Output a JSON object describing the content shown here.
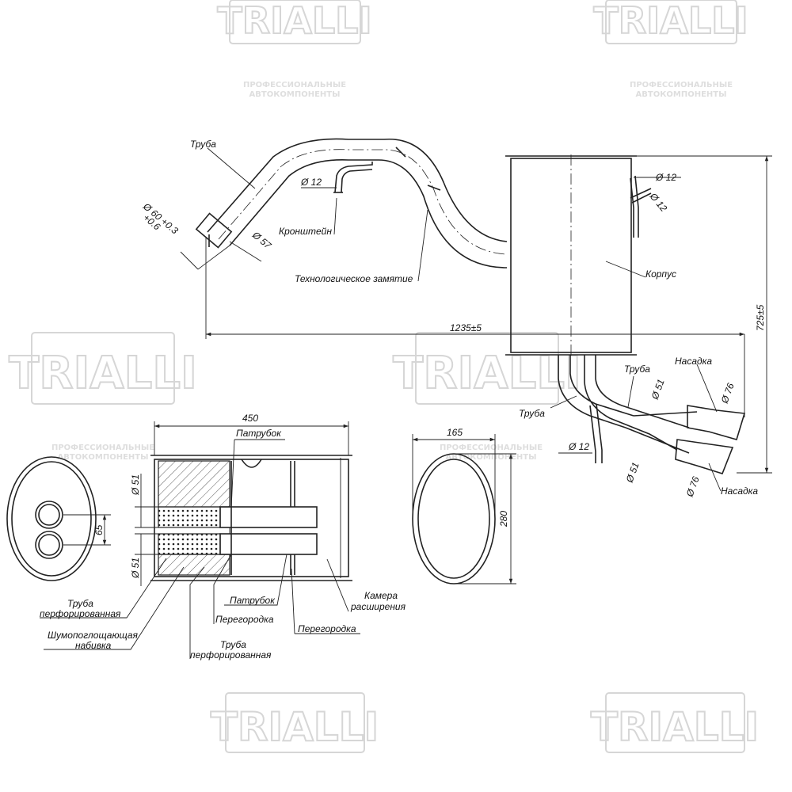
{
  "watermark": {
    "brand": "TRIALLI",
    "tagline_1": "ПРОФЕССИОНАЛЬНЫЕ",
    "tagline_2": "АВТОКОМПОНЕНТЫ"
  },
  "labels": {
    "pipe_inlet": "Труба",
    "bracket": "Кронштейн",
    "tech_clamp": "Технологическое замятие",
    "body": "Корпус",
    "pipe_right": "Труба",
    "pipe_outlet": "Труба",
    "tip_top": "Насадка",
    "tip_bottom": "Насадка",
    "nozzle_top": "Патрубок",
    "perf_pipe_1_line1": "Труба",
    "perf_pipe_1_line2": "перфорированная",
    "absorb_line1": "Шумопоглощающая",
    "absorb_line2": "набивка",
    "perf_pipe_2_line1": "Труба",
    "perf_pipe_2_line2": "перфорированная",
    "nozzle_bottom": "Патрубок",
    "baffle_1": "Перегородка",
    "baffle_2": "Перегородка",
    "chamber_line1": "Камера",
    "chamber_line2": "расширения"
  },
  "dimensions": {
    "inlet_outer": "Ø 60 +0.3",
    "inlet_outer_tol": "+0.6",
    "inlet_inner": "Ø 57",
    "bracket_dia": "Ø 12",
    "body_pin_1": "Ø 12",
    "body_pin_2": "Ø 12",
    "length_total": "1235±5",
    "height_total": "725±5",
    "pipe_51_top": "Ø 51",
    "tip_76_top": "Ø 76",
    "pipe_51_bottom": "Ø 51",
    "tip_76_bottom": "Ø 76",
    "bottom_bracket": "Ø 12",
    "section_length": "450",
    "section_pipe_1": "Ø 51",
    "section_pipe_2": "Ø 51",
    "pipe_spacing": "65",
    "end_width": "165",
    "end_height": "280"
  }
}
